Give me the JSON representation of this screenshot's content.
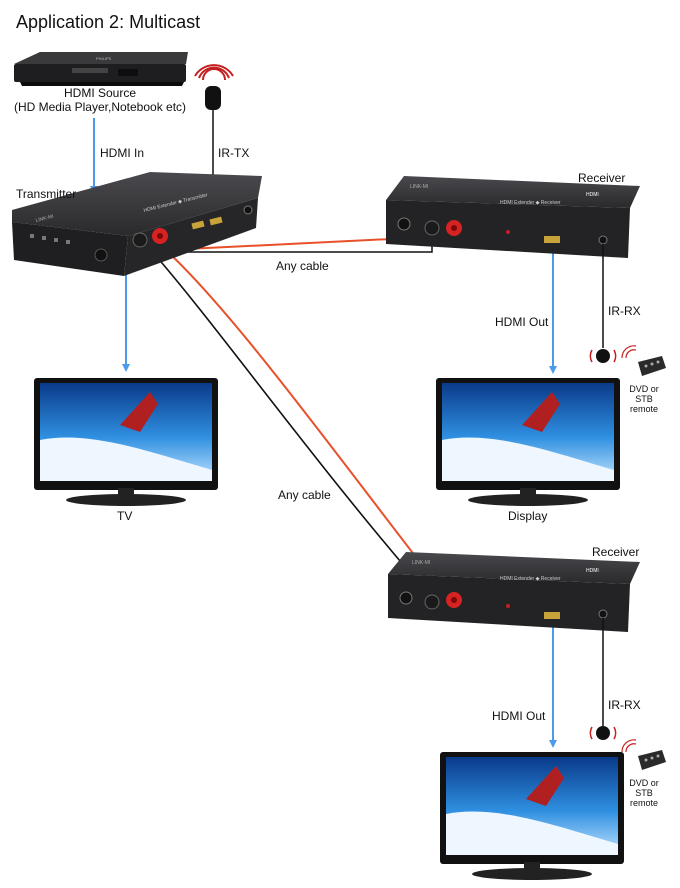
{
  "title": "Application 2: Multicast",
  "source": {
    "line1": "HDMI Source",
    "line2": "(HD Media Player,Notebook etc)"
  },
  "labels": {
    "hdmi_in": "HDMI In",
    "ir_tx": "IR-TX",
    "transmitter": "Transmitter",
    "receiver_1": "Receiver",
    "receiver_2": "Receiver",
    "any_cable_1": "Any cable",
    "any_cable_2": "Any cable",
    "hdmi_out_1": "HDMI Out",
    "hdmi_out_2": "HDMI Out",
    "ir_rx_1": "IR-RX",
    "ir_rx_2": "IR-RX",
    "tv": "TV",
    "display": "Display",
    "remote_1": [
      "DVD or",
      "STB",
      "remote"
    ],
    "remote_2": [
      "DVD or",
      "STB",
      "remote"
    ]
  },
  "device_text": {
    "brand": "LINK-MI",
    "tx_face": "HDMI Extender ◆ Transmitter",
    "rx_face": "HDMI Extender ◆ Receiver",
    "hdmi_logo": "HDMI",
    "player_brand": "PHILIPS"
  },
  "colors": {
    "arrow": "#4a9be8",
    "cable_red": "#e8502a",
    "cable_black": "#111111",
    "device": "#2b2b2d"
  }
}
